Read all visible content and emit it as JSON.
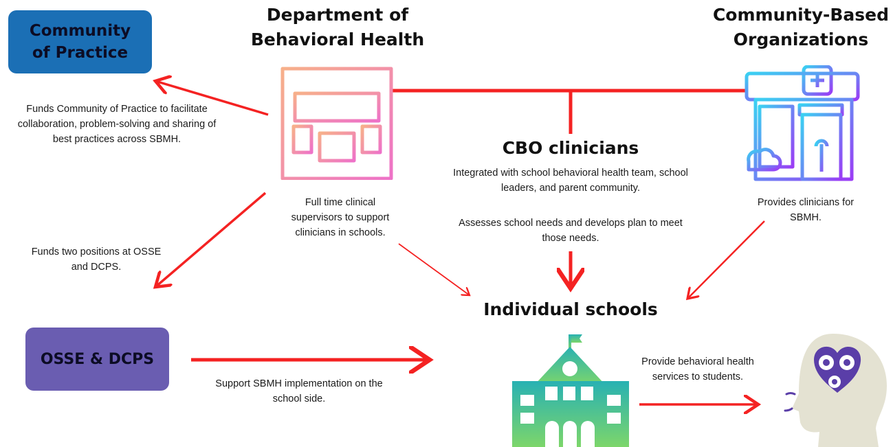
{
  "headings": {
    "dbh": "Department of Behavioral Health",
    "cbo_orgs": "Community-Based Organizations",
    "cbo_clinicians": "CBO clinicians",
    "individual_schools": "Individual schools"
  },
  "boxes": {
    "community_of_practice": {
      "label": "Community of Practice",
      "color": "#1b6fb5"
    },
    "osse_dcps": {
      "label": "OSSE & DCPS",
      "color": "#6a5db1"
    }
  },
  "notes": {
    "funds_cop": "Funds Community of Practice to facilitate collaboration, problem-solving and sharing of best practices across SBMH.",
    "funds_positions": "Funds two positions at OSSE and DCPS.",
    "supervisors": "Full time clinical supervisors to support clinicians in schools.",
    "cbo_integrated": "Integrated with school behavioral health team, school leaders, and parent community.",
    "cbo_assesses": "Assesses school needs and develops plan to meet those needs.",
    "provides_clinicians": "Provides clinicians for SBMH.",
    "support_implementation": "Support SBMH implementation on the school side.",
    "provide_services": "Provide behavioral health services to students."
  },
  "icons": {
    "dbh": "government-building-icon",
    "cbo": "clinic-building-icon",
    "school": "school-building-icon",
    "student": "head-with-heart-gears-icon"
  },
  "colors": {
    "arrow": "#f42222",
    "heading": "#111111"
  }
}
